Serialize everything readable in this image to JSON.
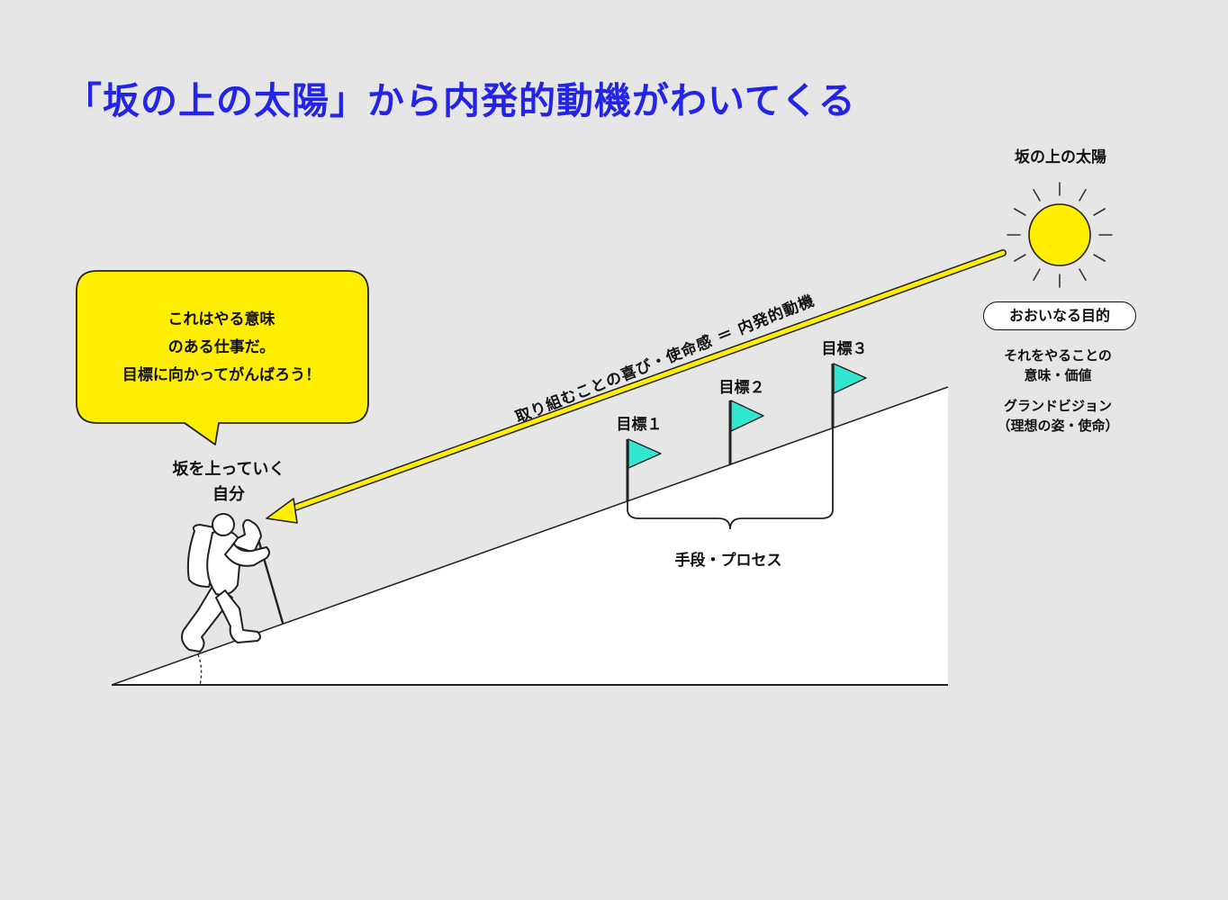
{
  "title": "「坂の上の太陽」から内発的動機がわいてくる",
  "sun": {
    "label": "坂の上の太陽",
    "purpose_badge": "おおいなる目的",
    "meaning_lines": [
      "それをやることの",
      "意味・価値"
    ],
    "vision_lines": [
      "グランドビジョン",
      "（理想の姿・使命）"
    ]
  },
  "arrow": {
    "label": "取り組むことの喜び・使命感 ＝ 内発的動機"
  },
  "speech_bubble": {
    "lines": [
      "これはやる意味",
      "のある仕事だ。",
      "目標に向かってがんばろう！"
    ]
  },
  "climber": {
    "label_lines": [
      "坂を上っていく",
      "自分"
    ]
  },
  "goals": [
    {
      "label": "目標１"
    },
    {
      "label": "目標２"
    },
    {
      "label": "目標３"
    }
  ],
  "process": {
    "label": "手段・プロセス"
  },
  "colors": {
    "title": "#2424e8",
    "sun": "#ffee00",
    "arrow": "#ffee00",
    "bubble": "#ffee00",
    "flag": "#33e6d2",
    "background": "#e6e6e6"
  }
}
